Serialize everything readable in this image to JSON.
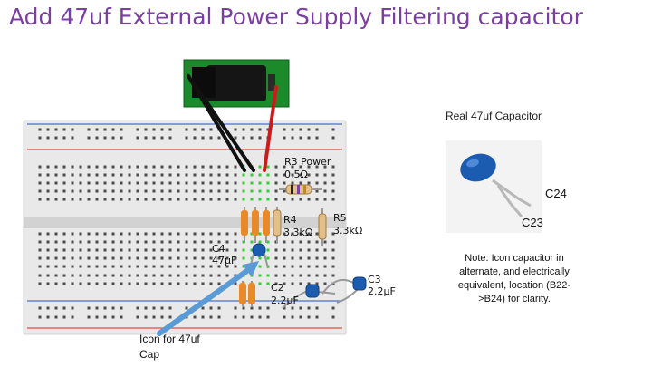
{
  "slide": {
    "title": "Add 47uf External Power Supply Filtering capacitor"
  },
  "breadboard": {
    "labels": {
      "r3_name": "R3 Power",
      "r3_value": "0.5Ω",
      "r4_name": "R4",
      "r4_value": "3.3kΩ",
      "r5_name": "R5",
      "r5_value": "3.3kΩ",
      "c4_name": "C4",
      "c4_value": "47µF",
      "c2_name": "C2",
      "c2_value": "2.2µF",
      "c3_name": "C3",
      "c3_value": "2.2µF"
    },
    "colors": {
      "board": "#e9e9e9",
      "rail_red": "#e0503c",
      "rail_blue": "#4a6fd0",
      "hole": "#4a4a4a",
      "active_hole": "#33cc33",
      "wire_black": "#111111",
      "wire_red": "#cc1b1b",
      "jack_pcb": "#1a8a2a",
      "capacitor": "#1c5cb0",
      "arrow": "#5b9bd5"
    },
    "icons": [
      "dc-barrel-jack-icon",
      "resistor-icon",
      "ceramic-capacitor-icon",
      "arrow-icon"
    ]
  },
  "photo": {
    "caption": "Real 47uf Capacitor",
    "lead_top": "C24",
    "lead_bottom": "C23"
  },
  "note": "Note: Icon capacitor in alternate, and electrically equivalent, location (B22->B24) for clarity.",
  "icon_label": "Icon for 47uf Cap"
}
